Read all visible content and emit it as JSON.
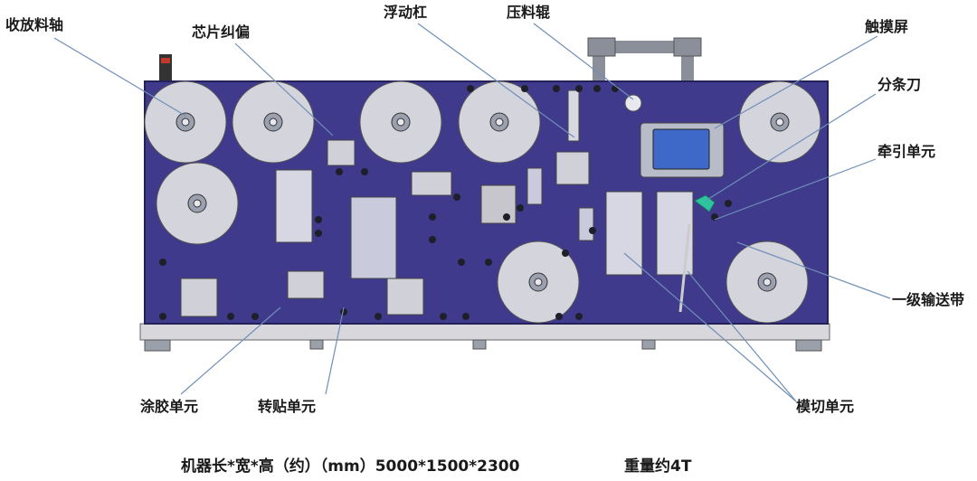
{
  "labels": {
    "rewind_shaft": "收放料轴",
    "web_guide": "芯片纠偏",
    "dancer_roller": "浮动杠",
    "nip_roller": "压料辊",
    "touch_screen": "触摸屏",
    "slitting_knife": "分条刀",
    "traction_unit": "牵引单元",
    "primary_conveyor": "一级输送带",
    "gluing_unit": "涂胶单元",
    "transfer_unit": "转贴单元",
    "die_cut_unit": "模切单元"
  },
  "specs": {
    "dimensions": "机器长*宽*高（约）（mm）5000*1500*2300",
    "weight": "重量约4T"
  },
  "colors": {
    "panel": "#3f3a8c",
    "panel_border": "#23205a",
    "roll": "#d4d4dc",
    "module": "#cfd0dc",
    "screen": "#3f69c9",
    "leader_line": "#6f8fb8",
    "accent": "#2ec4a0"
  }
}
